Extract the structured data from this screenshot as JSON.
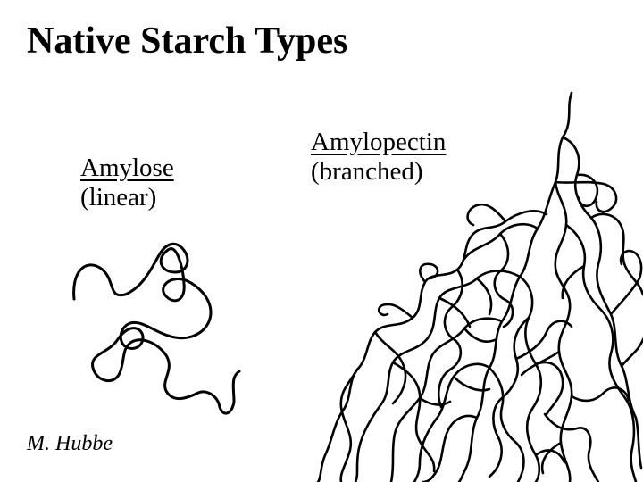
{
  "title": "Native Starch Types",
  "amylose": {
    "name": "Amylose",
    "form": "(linear)"
  },
  "amylopectin": {
    "name": "Amylopectin",
    "form": "(branched)"
  },
  "credit": "M. Hubbe"
}
